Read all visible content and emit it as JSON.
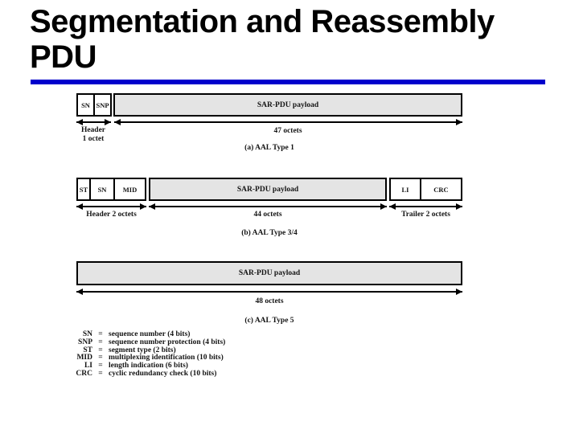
{
  "title": {
    "line1": "Segmentation and Reassembly",
    "line2": "PDU"
  },
  "colors": {
    "accent_blue": "#0000cc",
    "payload_gray": "#e4e4e4"
  },
  "figure": {
    "diagram_a": {
      "cells": [
        "SN",
        "SNP"
      ],
      "payload_label": "SAR-PDU payload",
      "header_span_line1": "Header",
      "header_span_line2": "1 octet",
      "payload_span": "47 octets",
      "caption": "(a) AAL Type 1"
    },
    "diagram_b": {
      "header_cells": [
        "ST",
        "SN",
        "MID"
      ],
      "payload_label": "SAR-PDU payload",
      "trailer_cells": [
        "LI",
        "CRC"
      ],
      "header_span": "Header 2 octets",
      "payload_span": "44 octets",
      "trailer_span": "Trailer 2 octets",
      "caption": "(b) AAL Type 3/4"
    },
    "diagram_c": {
      "payload_label": "SAR-PDU payload",
      "payload_span": "48 octets",
      "caption": "(c) AAL Type 5"
    },
    "legend": [
      {
        "abbr": "SN",
        "eq": "=",
        "desc": "sequence number (4 bits)"
      },
      {
        "abbr": "SNP",
        "eq": "=",
        "desc": "sequence number protection (4 bits)"
      },
      {
        "abbr": "ST",
        "eq": "=",
        "desc": "segment type (2 bits)"
      },
      {
        "abbr": "MID",
        "eq": "=",
        "desc": "multiplexing identification (10 bits)"
      },
      {
        "abbr": "LI",
        "eq": "=",
        "desc": "length indication (6 bits)"
      },
      {
        "abbr": "CRC",
        "eq": "=",
        "desc": "cyclic redundancy check (10 bits)"
      }
    ]
  }
}
